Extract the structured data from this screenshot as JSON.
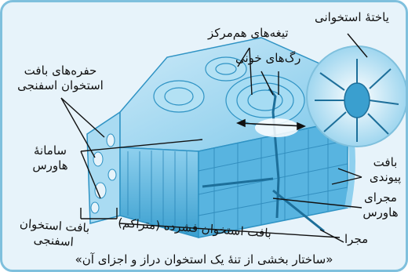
{
  "labels": {
    "bone_cell": "یاختهٔ استخوانی",
    "concentric_lamellae": "تیغه‌های هم‌مرکز",
    "blood_vessels": "رگ‌های خونی",
    "spongy_cavities": "حفره‌های بافت استخوان اسفنجی",
    "haversian_system": "سامانهٔ هاورس",
    "connective_tissue": "بافت پیوندی",
    "haversian_canal": "مجرای هاورس",
    "canal": "مجرا",
    "spongy_bone": "بافت استخوان اسفنجی",
    "compact_bone": "بافت استخوان فشرده (متراکم)"
  },
  "caption": "«ساختار بخشی از تنهٔ یک استخوان دراز و اجزای آن»",
  "colors": {
    "background": "#e7f3fa",
    "border": "#7fc0dd",
    "tissue_light": "#bfe4f5",
    "tissue_mid": "#6cc0e6",
    "tissue_dark": "#2f93c4",
    "line": "#111111"
  }
}
